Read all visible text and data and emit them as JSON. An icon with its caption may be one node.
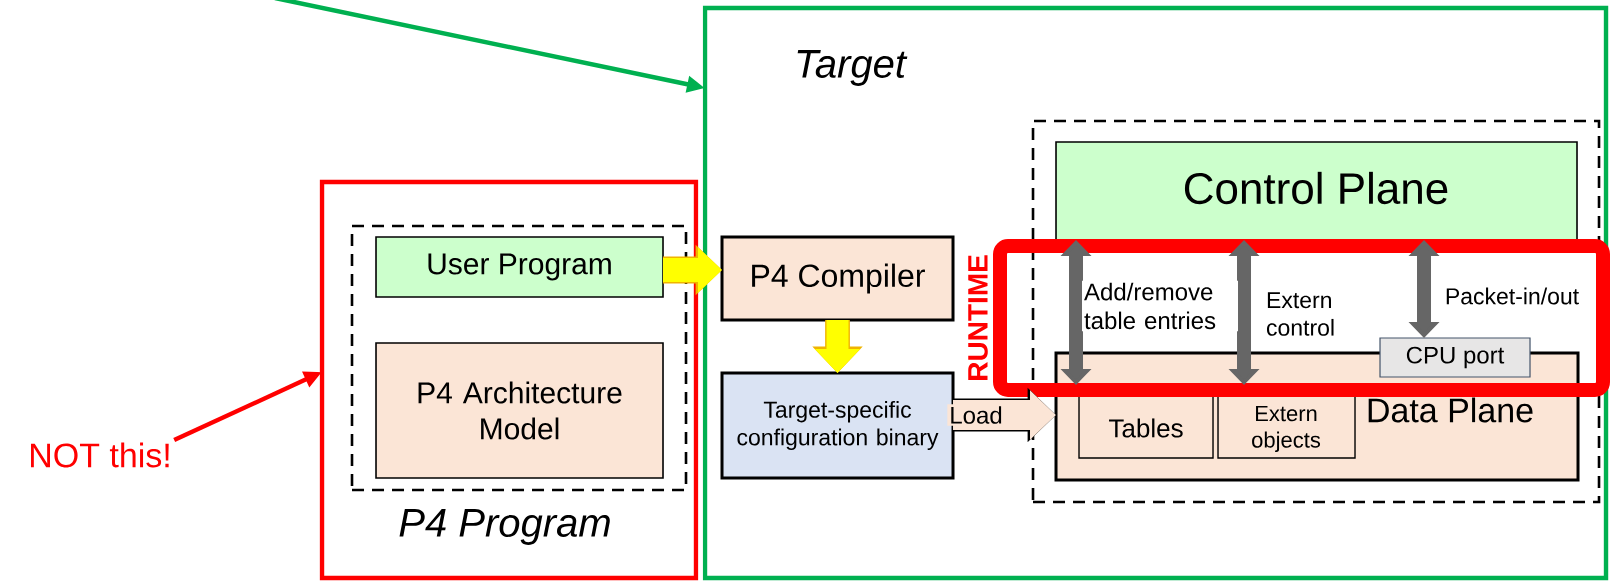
{
  "diagram": {
    "nodes": [
      {
        "text": [
          "P4 Program"
        ]
      },
      {
        "text": [],
        "shape": "box",
        "in": 0
      },
      {
        "text": [
          "User Program"
        ],
        "in": 1
      },
      {
        "text": [
          "P4 Architecture Model"
        ],
        "in": 1
      },
      {
        "text": [
          "Target"
        ]
      },
      {
        "text": [
          "P4 Compiler"
        ],
        "in": 4
      },
      {
        "text": [
          "Target-specific configuration binary"
        ],
        "in": 4
      },
      {
        "text": [],
        "shape": "box",
        "in": 4
      },
      {
        "text": [
          "Control Plane"
        ],
        "in": 7
      },
      {
        "text": [
          "Data Plane"
        ],
        "in": 7
      },
      {
        "text": [
          "Tables"
        ],
        "in": 9
      },
      {
        "text": [
          "Extern objects"
        ],
        "in": 9
      },
      {
        "text": [
          "CPU port"
        ],
        "in": 7
      },
      {
        "text": [
          "NOT this!"
        ]
      }
    ],
    "edges": [
      {
        "from": 2,
        "to": 5,
        "arrow": "to",
        "color": "#ffff00"
      },
      {
        "from": 5,
        "to": 6,
        "arrow": "to",
        "color": "#ffff00"
      },
      {
        "from": 6,
        "to": 9,
        "arrow": "to",
        "style": "thick",
        "color": "#fbe5d6",
        "label": "Load"
      },
      {
        "from": 8,
        "to": 10,
        "arrow": "both",
        "color": "#666666",
        "label": "Add/remove table entries"
      },
      {
        "from": 8,
        "to": 11,
        "arrow": "both",
        "color": "#666666",
        "label": "Extern control"
      },
      {
        "from": 8,
        "to": 12,
        "arrow": "both",
        "color": "#666666",
        "label": "Packet-in/out"
      },
      {
        "from": 13,
        "to": 0,
        "arrow": "to",
        "color": "#ff0000"
      },
      {
        "from": null,
        "to": 4,
        "arrow": "to",
        "color": "#00b050"
      }
    ],
    "labels": [
      "RUNTIME"
    ]
  }
}
